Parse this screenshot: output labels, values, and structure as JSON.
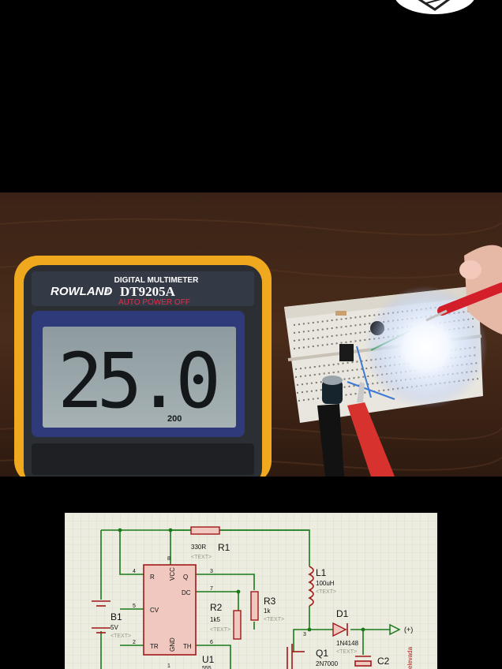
{
  "multimeter": {
    "title": "DIGITAL MULTIMETER",
    "brand": "ROWLAND",
    "brand_mark": "®",
    "model": "DT9205A",
    "subtitle": "AUTO POWER OFF",
    "reading": "25.0",
    "range": "200"
  },
  "schematic": {
    "r1": {
      "name": "R1",
      "value": "330R",
      "text": "<TEXT>"
    },
    "r2": {
      "name": "R2",
      "value": "1k5",
      "text": "<TEXT>"
    },
    "r3": {
      "name": "R3",
      "value": "1k",
      "text": "<TEXT>"
    },
    "l1": {
      "name": "L1",
      "value": "100uH",
      "text": "<TEXT>"
    },
    "d1": {
      "name": "D1",
      "value": "1N4148",
      "text": "<TEXT>"
    },
    "q1": {
      "name": "Q1",
      "value": "2N7000"
    },
    "c2": {
      "name": "C2"
    },
    "b1": {
      "name": "B1",
      "value": "5V",
      "text": "<TEXT>"
    },
    "u1": {
      "name": "U1",
      "value": "555"
    },
    "ic_pins": {
      "vcc": "VCC",
      "r": "R",
      "q": "Q",
      "dc": "DC",
      "cv": "CV",
      "tr": "TR",
      "th": "TH",
      "gnd": "GND"
    },
    "pin_numbers": {
      "p8": "8",
      "p4": "4",
      "p3": "3",
      "p7": "7",
      "p5": "5",
      "p2": "2",
      "p6": "6",
      "p1": "1",
      "q3": "3"
    },
    "output": "(+)",
    "side_label": "elevada"
  }
}
